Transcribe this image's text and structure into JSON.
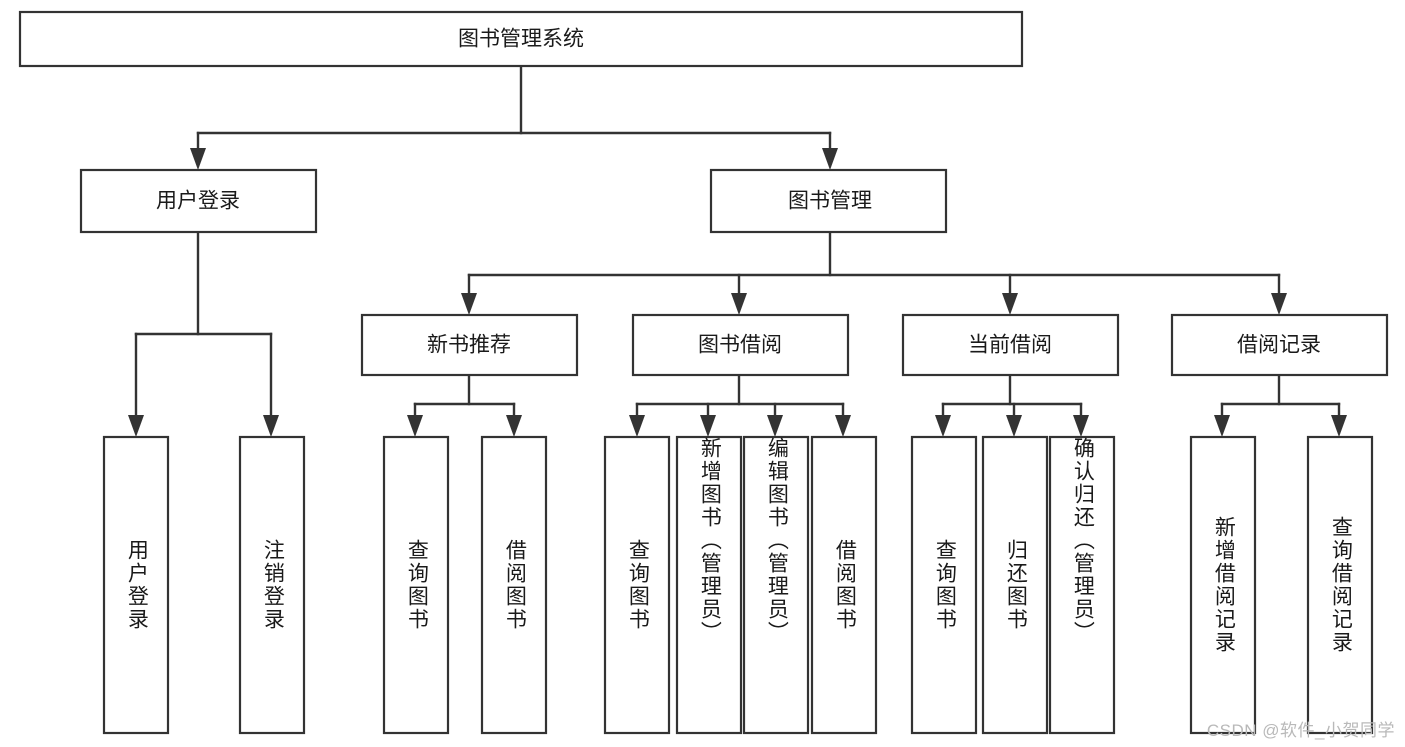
{
  "diagram": {
    "type": "tree-hierarchy-flowchart",
    "title": "图书管理系统",
    "background_color": "#ffffff",
    "box_stroke_color": "#333333",
    "box_fill_color": "#ffffff",
    "text_color": "#1a1a1a",
    "connector_color": "#333333"
  },
  "root": {
    "label": "图书管理系统"
  },
  "level2": [
    {
      "label": "用户登录"
    },
    {
      "label": "图书管理"
    }
  ],
  "level3": [
    {
      "label": "新书推荐"
    },
    {
      "label": "图书借阅"
    },
    {
      "label": "当前借阅"
    },
    {
      "label": "借阅记录"
    }
  ],
  "leaves": {
    "user_login": [
      {
        "label": "用户登录"
      },
      {
        "label": "注销登录"
      }
    ],
    "new_book_recommend": [
      {
        "label": "查询图书"
      },
      {
        "label": "借阅图书"
      }
    ],
    "book_borrow": [
      {
        "label": "查询图书"
      },
      {
        "label": "新增图书（管理员）"
      },
      {
        "label": "编辑图书（管理员）"
      },
      {
        "label": "借阅图书"
      }
    ],
    "current_borrow": [
      {
        "label": "查询图书"
      },
      {
        "label": "归还图书"
      },
      {
        "label": "确认归还（管理员）"
      }
    ],
    "borrow_record": [
      {
        "label": "新增借阅记录"
      },
      {
        "label": "查询借阅记录"
      }
    ]
  },
  "watermark": {
    "text": "CSDN @软件_小贺同学",
    "color": "#b9b9b9"
  }
}
